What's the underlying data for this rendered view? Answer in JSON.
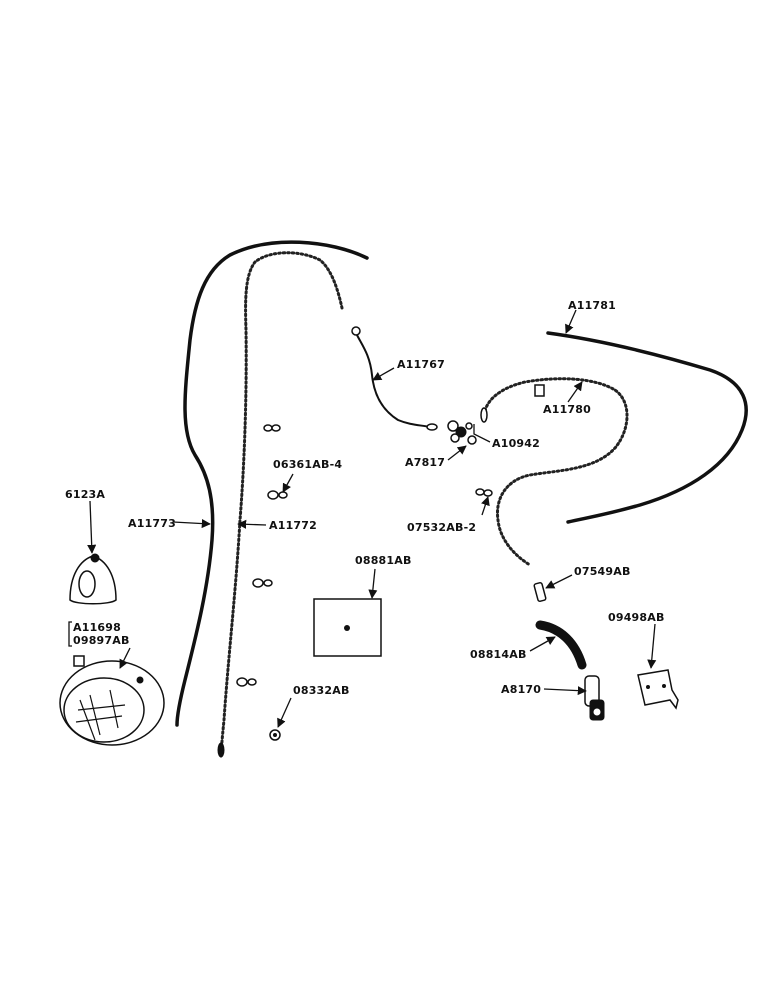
{
  "labels": {
    "A11781": "A11781",
    "A11767": "A11767",
    "A11780": "A11780",
    "A10942": "A10942",
    "A7817": "A7817",
    "p06361AB4": "06361AB-4",
    "p07532AB2": "07532AB-2",
    "p6123A": "6123A",
    "A11773": "A11773",
    "A11772": "A11772",
    "p08881AB": "08881AB",
    "p07549AB": "07549AB",
    "p09498AB": "09498AB",
    "A11698": "A11698",
    "p09897AB": "09897AB",
    "p08814AB": "08814AB",
    "A8170": "A8170",
    "p08332AB": "08332AB"
  }
}
